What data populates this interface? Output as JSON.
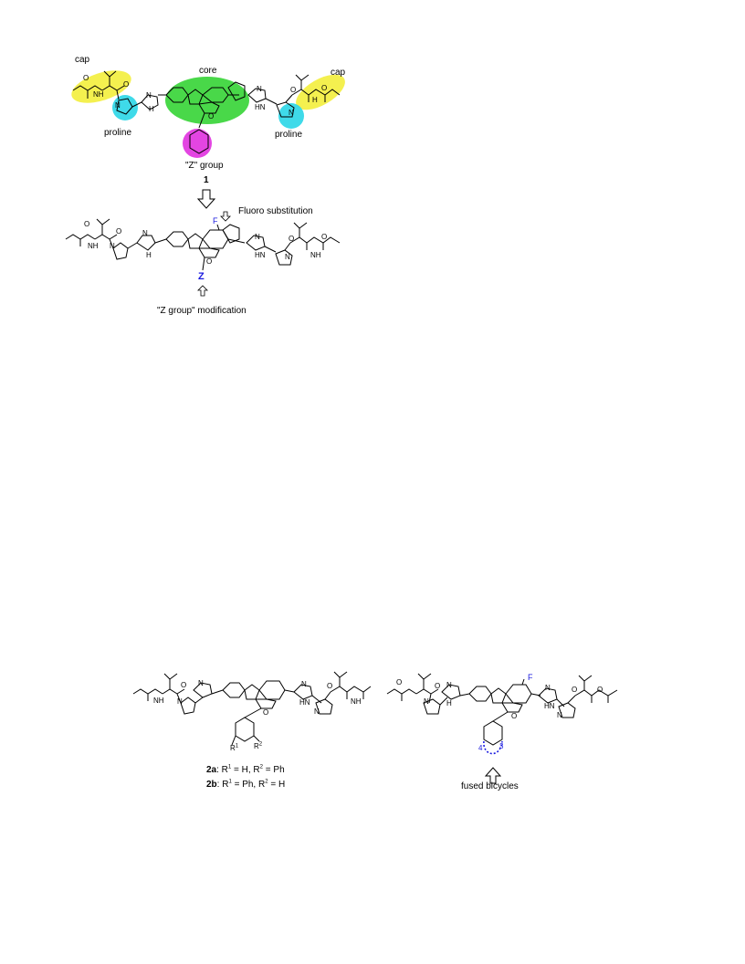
{
  "figure_top": {
    "labels": {
      "cap_left": "cap",
      "cap_right": "cap",
      "core": "core",
      "proline_left": "proline",
      "proline_right": "proline",
      "z_group": "\"Z\" group",
      "compound": "1"
    },
    "colors": {
      "cap_highlight": "#f3ee3c",
      "core_highlight": "#3fd63f",
      "proline_highlight": "#35d8e8",
      "z_highlight": "#e23be0"
    }
  },
  "figure_modified": {
    "fluoro_label": "Fluoro substitution",
    "f_atom": "F",
    "z_atom": "Z",
    "z_modification_label": "\"Z group\" modification",
    "accent_color": "#1a1adf"
  },
  "figure_bottom_left": {
    "r1": "R",
    "r1_sup": "1",
    "r2": "R",
    "r2_sup": "2",
    "line_2a_id": "2a",
    "line_2a_text": ": R",
    "line_2a_s1": "1",
    "line_2a_mid": " = H, R",
    "line_2a_s2": "2",
    "line_2a_end": " = Ph",
    "line_2b_id": "2b",
    "line_2b_text": ": R",
    "line_2b_s1": "1",
    "line_2b_mid": " = Ph, R",
    "line_2b_s2": "2",
    "line_2b_end": " = H"
  },
  "figure_bottom_right": {
    "f_atom": "F",
    "pos_4": "4",
    "pos_3": "3",
    "label": "fused bicycles"
  },
  "atoms": {
    "N": "N",
    "H": "H",
    "O": "O",
    "NH": "NH",
    "HN": "HN"
  }
}
